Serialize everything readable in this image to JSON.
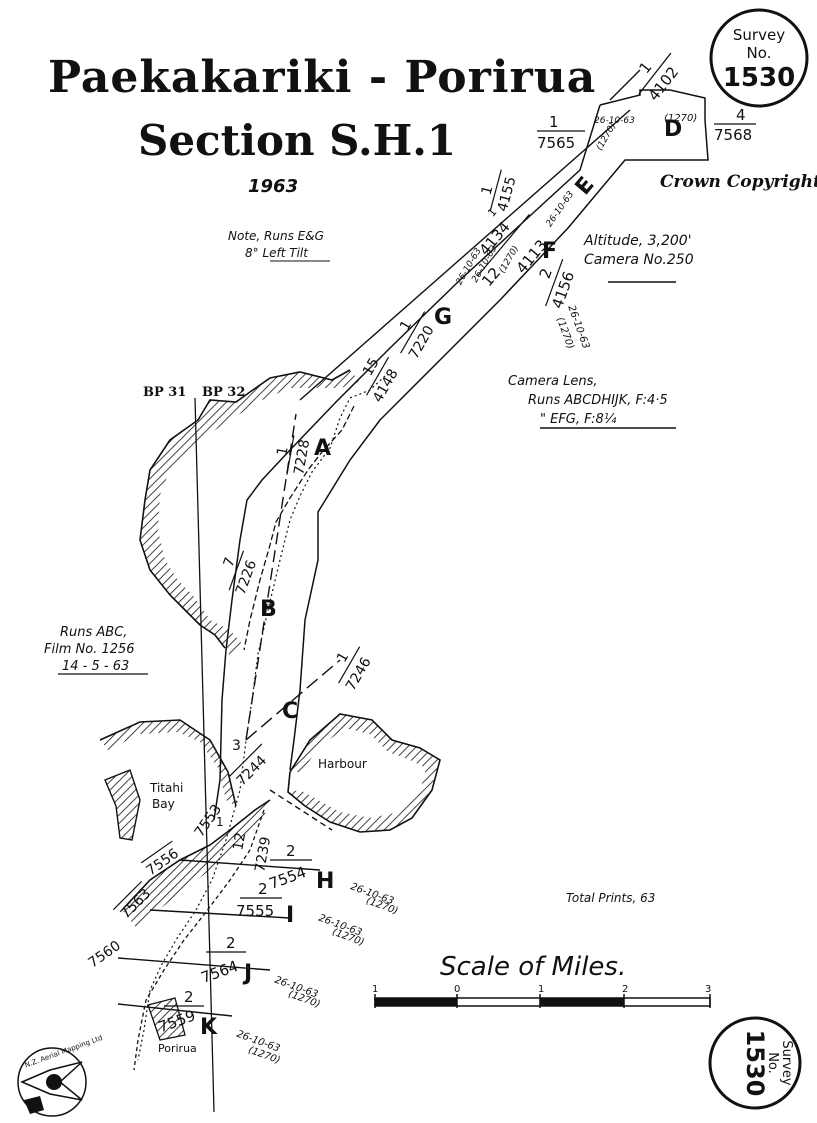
{
  "title": {
    "line1": "Paekakariki - Porirua",
    "line2": "Section S.H.1",
    "year": "1963"
  },
  "survey": {
    "label1": "Survey",
    "label2": "No.",
    "number": "1530"
  },
  "copyright": "Crown Copyright",
  "notes": {
    "tilt_1": "Note, Runs E&G",
    "tilt_2": "8° Left Tilt",
    "altitude": "Altitude, 3,200'",
    "camera": "Camera No.250",
    "lens_1": "Camera Lens,",
    "lens_2": "Runs ABCDHIJK, F:4·5",
    "lens_3": "\"     EFG, F:8¼",
    "runs_abc_1": "Runs ABC,",
    "runs_abc_2": "Film No. 1256",
    "runs_abc_3": "14 - 5 - 63",
    "total_prints": "Total Prints, 63"
  },
  "boundaries": {
    "bp31": "BP 31",
    "bp32": "BP 32"
  },
  "places": {
    "titahi_1": "Titahi",
    "titahi_2": "Bay",
    "harbour": "Harbour",
    "porirua": "Porirua"
  },
  "runs": {
    "A": "A",
    "B": "B",
    "C": "C",
    "D": "D",
    "E": "E",
    "F": "F",
    "G": "G",
    "H": "H",
    "I": "I",
    "J": "J",
    "K": "K"
  },
  "frames": {
    "d_left_top": "1",
    "d_left_bottom": "7565",
    "d_date": "26-10-63",
    "d_focal_a": "(1270)",
    "d_focal_b": "(1270)",
    "d_right_top": "4",
    "d_right_bottom": "7568",
    "d_top_top": "1",
    "d_top_bottom": "4102",
    "e_top": "1",
    "e_bottom": "4155",
    "e_date": "26-10-63",
    "f_run_top": "1",
    "f_run_a": "4134",
    "f_run_b": "12",
    "f_run_c": "4113",
    "f_date": "26-10-63",
    "f_focal": "(1270)",
    "f2_top": "2",
    "f2_bottom": "4156",
    "f2_date": "26-10-63",
    "f2_focal": "(1270)",
    "g_top": "1",
    "g_bottom": "7220",
    "g_date": "26-10-63",
    "a_top": "15",
    "a_bottom": "4148",
    "a2_top": "1",
    "a2_bottom": "7228",
    "b_top": "7",
    "b_bottom": "7226",
    "c_top": "1",
    "c_bottom": "7246",
    "c2_top": "3",
    "c2_bottom": "7244",
    "h_top": "2",
    "h_bottom": "7554",
    "h_date": "26-10-63",
    "h_focal": "(1270)",
    "i_top": "2",
    "i_bottom": "7555",
    "i_date": "26-10-63",
    "i_focal": "(1270)",
    "j_top": "2",
    "j_bottom": "7564",
    "j_date": "26-10-63",
    "j_focal": "(1270)",
    "k_top": "2",
    "k_bottom": "7559",
    "k_date": "26-10-63",
    "k_focal": "(1270)",
    "w_7553": "7553",
    "w_7556": "7556",
    "w_7563": "7563",
    "w_7560": "7560",
    "w_12": "12",
    "w_7239": "7239",
    "w_1": "1"
  },
  "scale": {
    "title": "Scale of Miles.",
    "t1": "1",
    "t0": "0",
    "t1b": "1",
    "t2": "2",
    "t3": "3"
  },
  "logo": {
    "text": "N.Z. Aerial Mapping Ltd"
  }
}
